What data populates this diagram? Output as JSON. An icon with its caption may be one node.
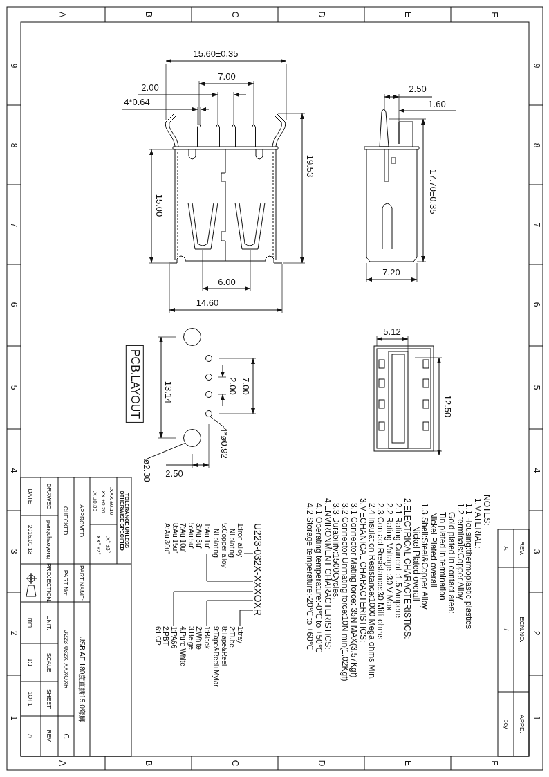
{
  "diagram": {
    "nodes": [
      {
        "text": [
          "PCB.LAYOUT"
        ]
      },
      {
        "text": [],
        "shape": "circle"
      },
      {
        "text": [],
        "shape": "circle"
      },
      {
        "text": [],
        "shape": "circle"
      },
      {
        "text": [],
        "shape": "circle"
      },
      {
        "text": [],
        "shape": "circle"
      },
      {
        "text": [],
        "shape": "circle"
      },
      {
        "text": [
          "4*ø0.92"
        ]
      },
      {
        "text": [
          "ø2.30"
        ]
      },
      {
        "text": [
          "U223-032X-XXXOXR"
        ]
      },
      {
        "text": [
          "1:Iron alloy Ni plating",
          "5:Copper alloy Ni plating"
        ]
      },
      {
        "text": [
          "1:Au 1u\"",
          "3:Au 3u\"",
          "5:Au 5u\"",
          "7:Au 10u'",
          "8:Au 15u\"",
          "A:Au 30u\""
        ]
      },
      {
        "text": [
          "1:tray",
          "2:Tube",
          "8:Tape&Reel",
          "9:Tape&Reel+Mylar"
        ]
      },
      {
        "text": [
          "1:Black",
          "2:White",
          "3.Beige",
          "4.Pure White"
        ]
      },
      {
        "text": [
          "1:PA66",
          "2:PBT",
          "6:LCP"
        ]
      }
    ],
    "edges": [
      {
        "from": 7,
        "to": 5,
        "arrow": "none"
      },
      {
        "from": 8,
        "to": 6,
        "arrow": "none"
      },
      {
        "from": 10,
        "to": 9,
        "arrow": "none"
      },
      {
        "from": 11,
        "to": 9,
        "arrow": "none"
      },
      {
        "from": 12,
        "to": 9,
        "arrow": "none"
      },
      {
        "from": 13,
        "to": 9,
        "arrow": "none"
      },
      {
        "from": 14,
        "to": 9,
        "arrow": "none"
      }
    ],
    "labels": [
      "A",
      "B",
      "C",
      "D",
      "E",
      "F",
      "9",
      "8",
      "7",
      "6",
      "5",
      "4",
      "3",
      "2",
      "1",
      "9",
      "8",
      "7",
      "6",
      "5",
      "4",
      "3",
      "2",
      "1",
      "15.60±0.35",
      "7.00",
      "2.00",
      "4*0.64",
      "19.53",
      "15.00",
      "6.00",
      "14.60",
      "2.50",
      "1.60",
      "17.70±0.35",
      "7.20",
      "5.12",
      "13.14",
      "7.00",
      "2.00",
      "2.50",
      "12.50",
      "NOTES:",
      "1.MATERIAL:",
      "1.1 Housing:thermoplastic plastics",
      "1.2 terminals:Copper Alloy",
      "Gold plated in contact area:",
      "Tin plated in termination",
      "Nickel Plated overall",
      "1.3 Shell:Steel&Copper Alloy",
      "Nickel Plated overall",
      "2.ELECTRICAL CHARACTERISTICS:",
      "2.1 Rating Current :1.5 Ampere",
      "2.2 Rating Voltage :30 V Max",
      "2.3 Contact Resistance:30 Milli ohms",
      "2.4 Insulation Resistance:1000 Mega ohms Min.",
      "3.MECHANICAL CHARACTERISTICS:",
      "3.1 Connector Mating force: 35N MAX(3.57Kgf)",
      "3.2 Connector Unmating force:10N min(1.02Kgf)",
      "3.3 Durability:1500Cycles.",
      "4.ENVIRONMENT CHARACTERISTICS:",
      "4.1 Operating temperature:-0℃ to +50℃",
      "4.2 Storage temperature:-20℃ to +60℃",
      "REV.",
      "ECN.NO.",
      "APPD.",
      "A",
      "/",
      "pcy",
      "TOLERANCE UNLESS OTHERWISE SPECIFIED",
      ".XXX ±0.10",
      ".XX ±0.20",
      ".X ±0.30",
      ".X° ±3°",
      ".XX° ±2°",
      "APPROVED",
      "PART NAME:",
      "USB AF 180度直插15.0弯脚",
      "CHECKED",
      "PART No:",
      "U223-032X-XXXOXR",
      "C",
      "DRAWED",
      "pengchaoyong",
      "PROJECTION:",
      "UNIT:",
      "SCALE",
      "SHEET",
      "REV.",
      "DATE",
      "2015.01.13",
      "mm",
      "1:1",
      "1OF1",
      "A",
      "A",
      "B",
      "C",
      "D",
      "E",
      "F"
    ]
  }
}
